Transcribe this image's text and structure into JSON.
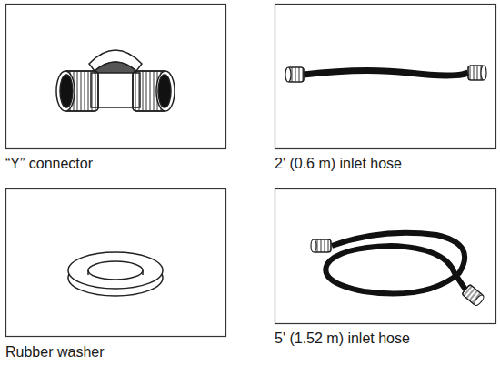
{
  "diagram": {
    "labels": [
      "“Y” connector",
      "2' (0.6 m) inlet hose",
      "Rubber washer",
      "5' (1.52 m) inlet hose"
    ]
  }
}
